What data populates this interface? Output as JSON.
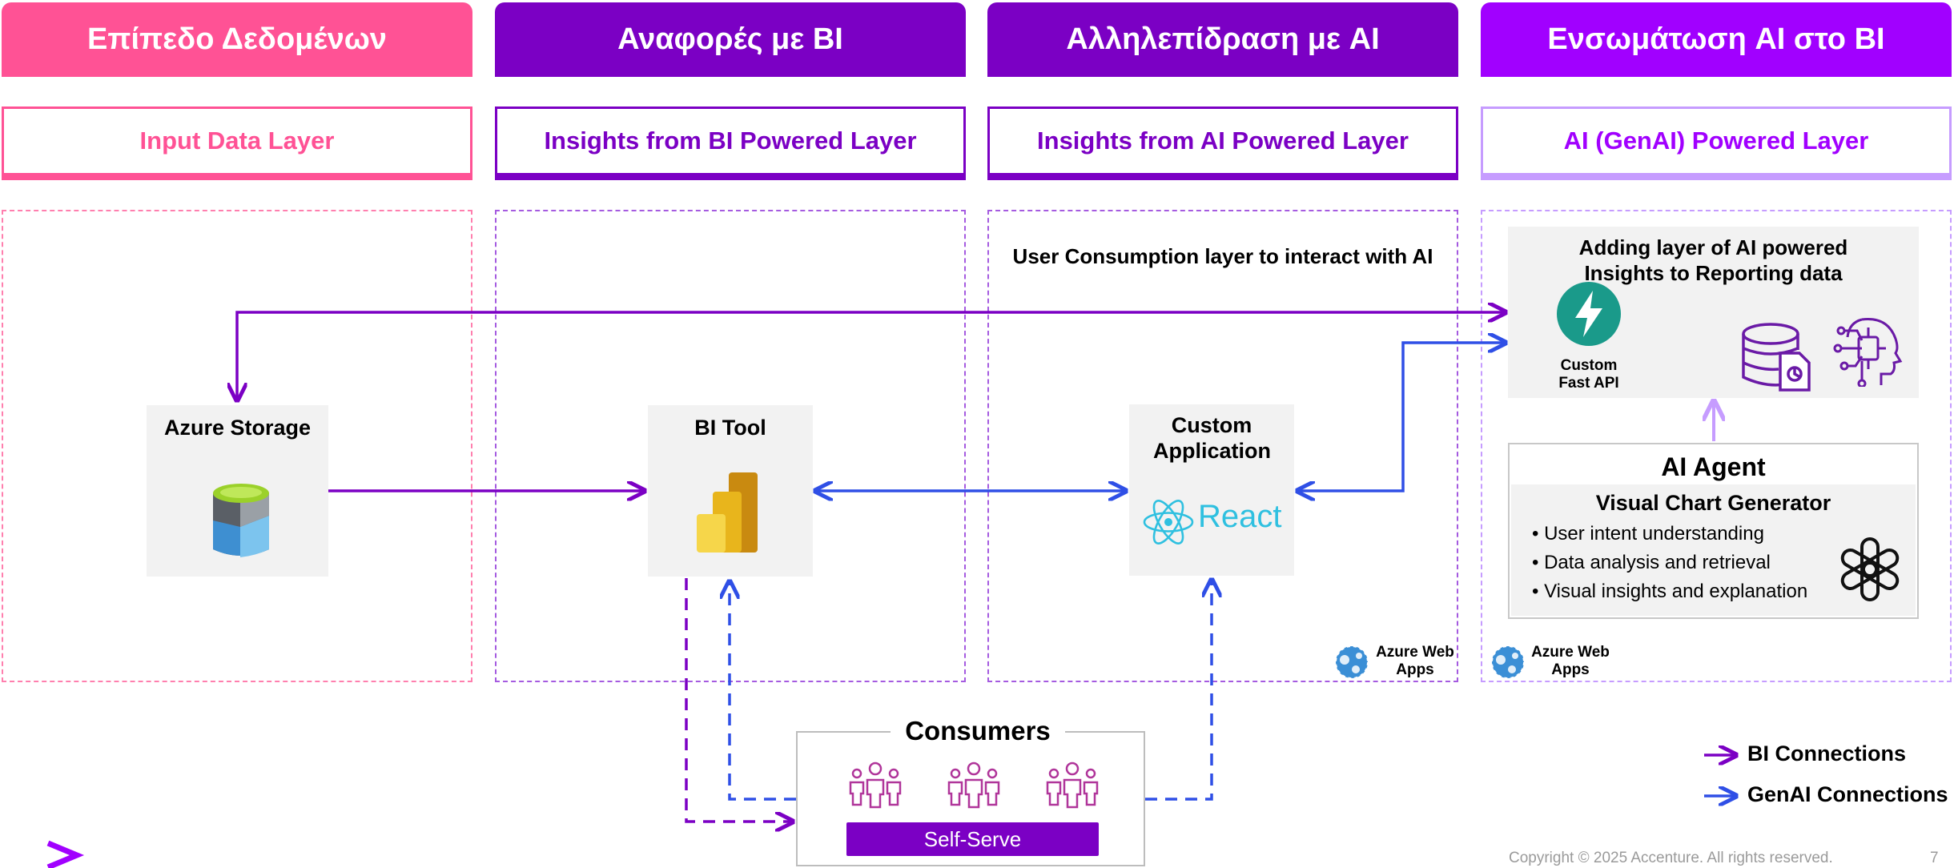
{
  "headers": [
    {
      "title": "Επίπεδο Δεδομένων",
      "color": "#ff5295"
    },
    {
      "title": "Αναφορές με BI",
      "color": "#7b00c4"
    },
    {
      "title": "Αλληλεπίδραση με AI",
      "color": "#7b00c4"
    },
    {
      "title": "Ενσωμάτωση AI στο BI",
      "color": "#a100ff"
    }
  ],
  "subheaders": [
    {
      "title": "Input Data Layer",
      "color": "#ff5295"
    },
    {
      "title": "Insights from BI Powered Layer",
      "color": "#7b00c4"
    },
    {
      "title": "Insights from AI Powered Layer",
      "color": "#7b00c4"
    },
    {
      "title": "AI (GenAI) Powered Layer",
      "color": "#a100ff"
    }
  ],
  "lanes": {
    "ai_interaction_caption": "User Consumption layer to interact with AI"
  },
  "nodes": {
    "azure_storage": {
      "title": "Azure Storage",
      "icon": "azure-storage-icon"
    },
    "bi_tool": {
      "title": "BI Tool",
      "icon": "power-bi-icon"
    },
    "custom_app": {
      "title": "Custom Application",
      "logo_text": "React",
      "icon": "react-icon"
    },
    "ai_insights": {
      "title": "Adding layer of AI powered Insights to Reporting data",
      "fastapi_label": "Custom Fast API",
      "icons": [
        "fastapi-icon",
        "database-report-icon",
        "ai-head-icon"
      ]
    },
    "ai_agent": {
      "title": "AI Agent",
      "subtitle": "Visual Chart Generator",
      "bullets": [
        "User intent understanding",
        "Data analysis and retrieval",
        "Visual insights and explanation"
      ],
      "icon": "openai-icon"
    }
  },
  "web_apps": [
    {
      "label": "Azure Web Apps",
      "icon": "azure-web-apps-icon"
    },
    {
      "label": "Azure Web Apps",
      "icon": "azure-web-apps-icon"
    }
  ],
  "consumers": {
    "title": "Consumers",
    "button": "Self-Serve",
    "icon": "people-group-icon"
  },
  "legend": [
    {
      "label": "BI Connections",
      "color": "#7b00c4"
    },
    {
      "label": "GenAI Connections",
      "color": "#2f4fe6"
    }
  ],
  "footer": {
    "copyright": "Copyright © 2025 Accenture. All rights reserved.",
    "page": "7"
  },
  "colors": {
    "pink": "#ff5295",
    "purple": "#7b00c4",
    "bright_purple": "#a100ff",
    "light_purple": "#c69cff",
    "blue": "#2f4fe6"
  }
}
